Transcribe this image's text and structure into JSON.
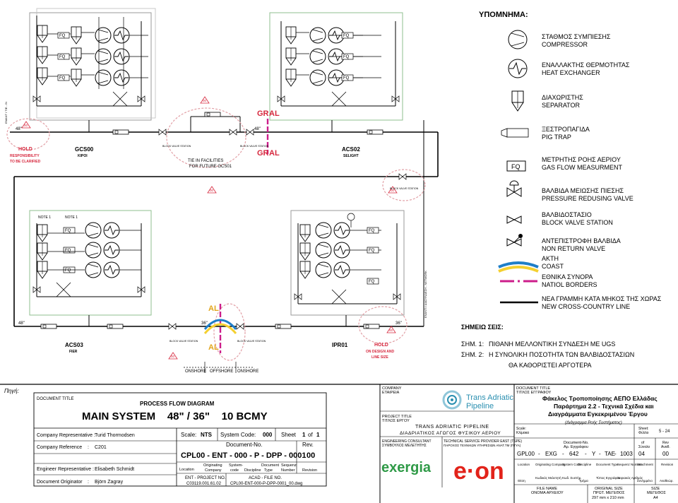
{
  "legend": {
    "title": "ΥΠΟΜΝΗΜΑ:",
    "items": [
      {
        "key": "compressor",
        "lines": [
          "ΣΤΑΘΜΟΣ ΣΥΜΠΙΕΣΗΣ",
          "COMPRESSOR"
        ]
      },
      {
        "key": "heat-exchanger",
        "lines": [
          "ΕΝΑΛΛΑΚΤΗΣ ΘΕΡΜΟΤΗΤΑΣ",
          "HEAT EXCHANGER"
        ]
      },
      {
        "key": "separator",
        "lines": [
          "ΔΙΑΧΩΡΙΣΤΗΣ",
          "SEPARATOR"
        ]
      },
      {
        "key": "pig-trap",
        "lines": [
          "ΞΕΣΤΡΟΠΑΓΙΔΑ",
          "PIG TRAP"
        ]
      },
      {
        "key": "gas-flow",
        "lines": [
          "ΜΕΤΡΗΤΗΣ ΡΟΗΣ ΑΕΡΙΟΥ",
          "GAS FLOW MEASURMENT"
        ],
        "symbol_text": "FQ"
      },
      {
        "key": "pressure-valve",
        "lines": [
          "ΒΑΛΒΙΔΑ ΜΕΙΩΣΗΣ ΠΙΕΣΗΣ",
          "PRESSURE REDUSING VALVE"
        ]
      },
      {
        "key": "block-valve",
        "lines": [
          "ΒΑΛΒΙΔΟΣΤΑΣΙΟ",
          "BLOCK VALVE STATION"
        ]
      },
      {
        "key": "non-return",
        "lines": [
          "ΑΝΤΕΠΙΣΤΡΟΦΗ ΒΑΛΒΙΔΑ",
          "NON RETURN VALVE"
        ]
      },
      {
        "key": "coast",
        "lines": [
          "ΑΚΤΗ",
          "COAST"
        ]
      },
      {
        "key": "borders",
        "lines": [
          "ΕΘΝΙΚΑ ΣΥΝΟΡΑ",
          "NATIOL BORDERS"
        ]
      },
      {
        "key": "new-line",
        "lines": [
          "ΝΕΑ ΓΡΑΜΜΗ ΚΑΤΑ ΜΗΚΟΣ ΤΗΣ ΧΩΡΑΣ",
          "NEW CROSS-COUNTRY LINE"
        ]
      }
    ]
  },
  "notes": {
    "title": "ΣΗΜΕΙΩ ΣΕΙΣ:",
    "n1_label": "ΣΗΜ. 1:",
    "n1_text": "ΠΙΘΑΝΗ ΜΕΛΛΟΝΤΙΚΗ ΣΥΝΔΕΣΗ ΜΕ UGS",
    "n2_label": "ΣΗΜ. 2:",
    "n2_text": "Η ΣΥΝΟΛΙΚΗ ΠΟΣΟΤΗΤΑ ΤΩΝ ΒΑΛΒΙΔΟΣΤΑΣΙΩΝ",
    "n2_text2": "ΘΑ ΚΑΘΟΡΙΣΤΕΙ ΑΡΓΟΤΕΡΑ"
  },
  "diagram": {
    "fq": "FQ",
    "size_48": "48\"",
    "size_36": "36\"",
    "hold": "HOLD",
    "hold_sub1": "RESPONSIBILITY",
    "hold_sub2": "TO BE CLARIFIED",
    "gcs00": "GCS00",
    "gcs00_sub": "KIPOI",
    "acs02": "ACS02",
    "acs02_sub": "SELIGHT",
    "acs03": "ACS03",
    "acs03_sub": "FIER",
    "ipr01": "IPR01",
    "hold2": "HOLD",
    "hold2_sub1": "ON DESIGN AND",
    "hold2_sub2": "LINE SIZE",
    "gr": "GR",
    "al": "AL",
    "tie_in_1": "TIE IN FACILITIES",
    "tie_in_2": "FOR FUTURE GCS01",
    "onshore": "ONSHORE",
    "offshore": "OFFSHORE",
    "note1": "NOTE 1",
    "bvs": "BLOCK VALVE STATION",
    "rev_tag": "00",
    "vertical_1": "EMANT / TIE - IN",
    "vertical_2": "ΕΝΑΝΤΙ / ΔΙΑΣΥΝΔΕΣΗ - NETWORK"
  },
  "source_label": "Πηγή:",
  "title_block": {
    "doc_title_label": "DOCUMENT TITLE",
    "pfd_label": "PROCESS FLOW DIAGRAM",
    "main_title": "MAIN SYSTEM    48\" / 36\"    10 BCMY",
    "rows": [
      {
        "label": "Company Representative :",
        "value": "Turid Thormodsen"
      },
      {
        "label": "Company Reference",
        "colon": ":",
        "value": "C201"
      },
      {
        "label": "Engineer Representative :",
        "value": "Elisabeth Schmidt"
      },
      {
        "label": "Document Originator",
        "colon": ":",
        "value": "Björn Zagray"
      }
    ],
    "scale_label": "Scale:",
    "scale_value": "NTS",
    "system_code_label": "System Code:",
    "system_code_value": "000",
    "sheet_label": "Sheet",
    "sheet_value": "1",
    "of_label": "of",
    "of_value": "1",
    "doc_no_label": "Document-No.",
    "rev_label": "Rev.",
    "doc_no_value": "CPL00 - ENT - 000 - P - DPP - 0001",
    "rev_value": "00",
    "location_label": "Location",
    "orig_company_label1": "Originating",
    "orig_company_label2": "Company",
    "system_code_label1": "System-",
    "system_code_label2": "code",
    "discipline_label": "Discipline",
    "doc_type_label1": "Document",
    "doc_type_label2": "Type",
    "seq_label1": "Sequenz",
    "seq_label2": "Number",
    "revision_label": "Revision",
    "ent_proj_label": "ENT - PROJECT NO.",
    "ent_proj_value": "C03119.001.61.02",
    "acad_label": "ACAD - FILE NO.",
    "acad_value": "CPL00-ENT-000-P-DPP-0001_00.dwg"
  },
  "company_block": {
    "company_label1": "COMPANY",
    "company_label2": "ΕΤΑΙΡΕΙΑ",
    "tap_name1": "Trans Adriatic",
    "tap_name2": "Pipeline",
    "project_title_label1": "PROJECT TITLE",
    "project_title_label2": "ΤΙΤΛΟΣ ΕΡΓΟΥ",
    "project_title1": "TRANS ADRIATIC PIPELINE",
    "project_title2": "ΔΙΑΔΡΙΑΤΙΚΟΣ ΑΓΩΓΟΣ ΦΥΣΙΚΟΥ ΑΕΡΙΟΥ",
    "eng_consultant1": "ENGINEERING CONSULTANT",
    "eng_consultant2": "ΣΥΜΒΟΥΛΟΣ ΜΕΛΕΤΗΤΗΣ",
    "tech_provider1": "TECHNICAL SERVICE PROVIDER EAST (TSPE)",
    "tech_provider2": "ΠΑΡΟΧΟΣ ΤΕΧΝΙΚΩΝ ΥΠΗΡΕΣΙΩΝ ΑΝΑΤ.ΤΜ (ΠΤΥΑ)",
    "exergia": "exergia",
    "eon": "e·on"
  },
  "gr_block": {
    "doc_title_label1": "DOCUMENT TITLE",
    "doc_title_label2": "ΤΙΤΛΟΣ ΕΓΓΡΑΦΟΥ",
    "title1": "Φάκελος Τροποποίησης ΑΕΠΟ Ελλάδας",
    "title2": "Παράρτημα 2.2 - Τεχνικά Σχέδια και",
    "title3": "Διαγράμματα Εγκεκριμένου Έργου",
    "subtitle": "(Διάγραμμα Ροής Συστήματος)",
    "scale_label1": "Scale:",
    "scale_label2": "Κλίμακα",
    "sheet_label1": "Sheet:",
    "sheet_label2": "Φύλλο",
    "sheet_value": "5 - 24",
    "doc_no_label1": "Document-No.",
    "doc_no_label2": "Αρ. Εγγράφου",
    "of_label1": "of",
    "of_label2": "Σύνολο",
    "rev_label1": "Rev",
    "rev_label2": "Αναθ.",
    "code_parts": [
      "GPL00",
      "-",
      "EXG",
      "-",
      "642",
      "-",
      "Y",
      "-",
      "TAE",
      "-",
      "1003"
    ],
    "of_value": "04",
    "rev_value": "00",
    "head_en": [
      "Location",
      "Originating Company",
      "System Code",
      "Discipline",
      "Document Type",
      "Sequenz Number",
      "Attachment",
      "Revision"
    ],
    "head_gr": [
      "Θέση",
      "Κωδικός Μελετητή",
      "Κωδ. Συστήμ.",
      "Τμήμα",
      "Τύπος Εγγράφου",
      "Σειριακός Αριθμός",
      "Συνημμένο",
      "Αναθεώρ."
    ],
    "file_name_label1": "FILE NAME",
    "file_name_label2": "ΟΝΟΜΑ ΑΡΧΕΙΟΥ",
    "orig_size_label1": "ORIGINAL SIZE",
    "orig_size_label2": "ΠΡΩΤ. ΜΕΓΕΘΟΣ",
    "orig_size_value": "297 mm x 210 mm",
    "size_label1": "SIZE",
    "size_label2": "ΜΕΓΕΘΟΣ",
    "size_value": "A4"
  },
  "colors": {
    "gray_box": "#9a9a9a",
    "green_box": "#8fbf8f",
    "red": "#d6273d",
    "pink_cloud": "#e2a0a6",
    "magenta_border": "#cc1d8a",
    "coast_blue": "#1e7ec8",
    "coast_yellow": "#f4d030",
    "exergia_green": "#2f9a47",
    "eon_red": "#e2231a",
    "tap_teal": "#2a8fb0"
  }
}
